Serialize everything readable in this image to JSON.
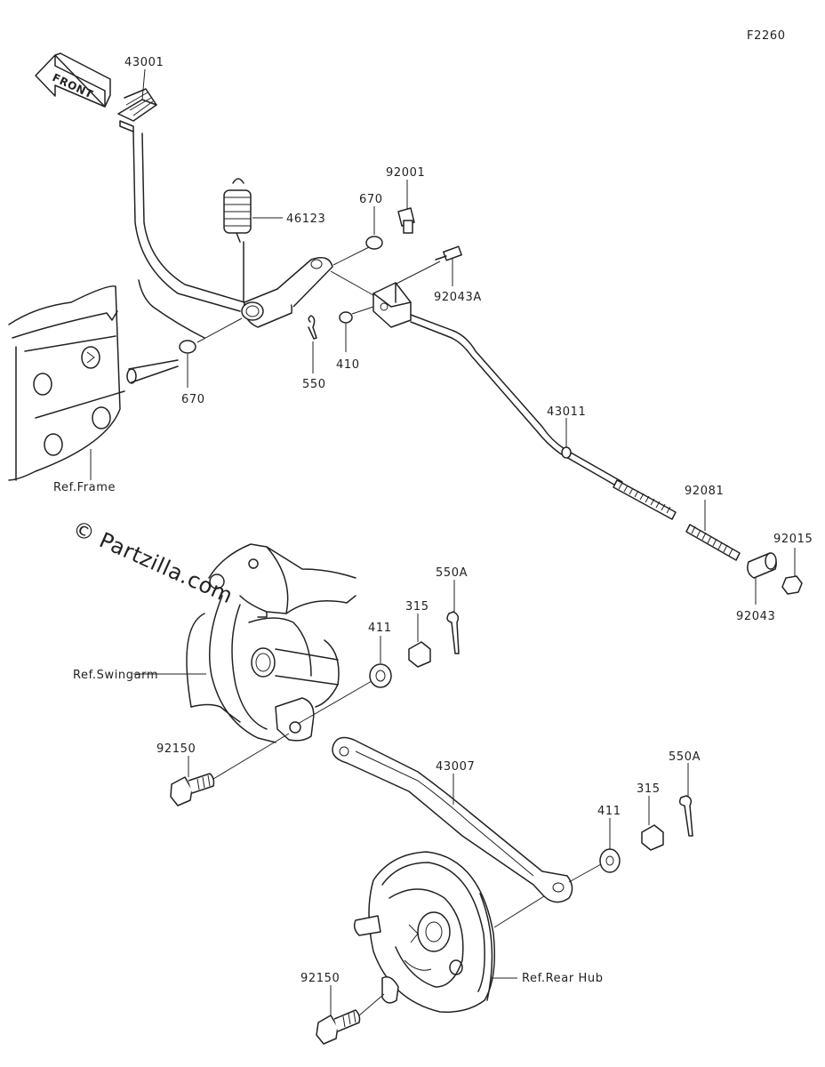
{
  "diagram_code": "F2260",
  "front_arrow_label": "FRONT",
  "watermark": "© Partzilla.com",
  "parts": {
    "p43001": "43001",
    "p46123": "46123",
    "p670a": "670",
    "p670b": "670",
    "p92001": "92001",
    "p92043A": "92043A",
    "p410": "410",
    "p550": "550",
    "p43011": "43011",
    "p92081": "92081",
    "p92015": "92015",
    "p92043": "92043",
    "p550A_top": "550A",
    "p315_top": "315",
    "p411_top": "411",
    "p92150_top": "92150",
    "p43007": "43007",
    "p550A_bot": "550A",
    "p315_bot": "315",
    "p411_bot": "411",
    "p92150_bot": "92150"
  },
  "references": {
    "frame": "Ref.Frame",
    "swingarm": "Ref.Swingarm",
    "rear_hub": "Ref.Rear Hub"
  }
}
